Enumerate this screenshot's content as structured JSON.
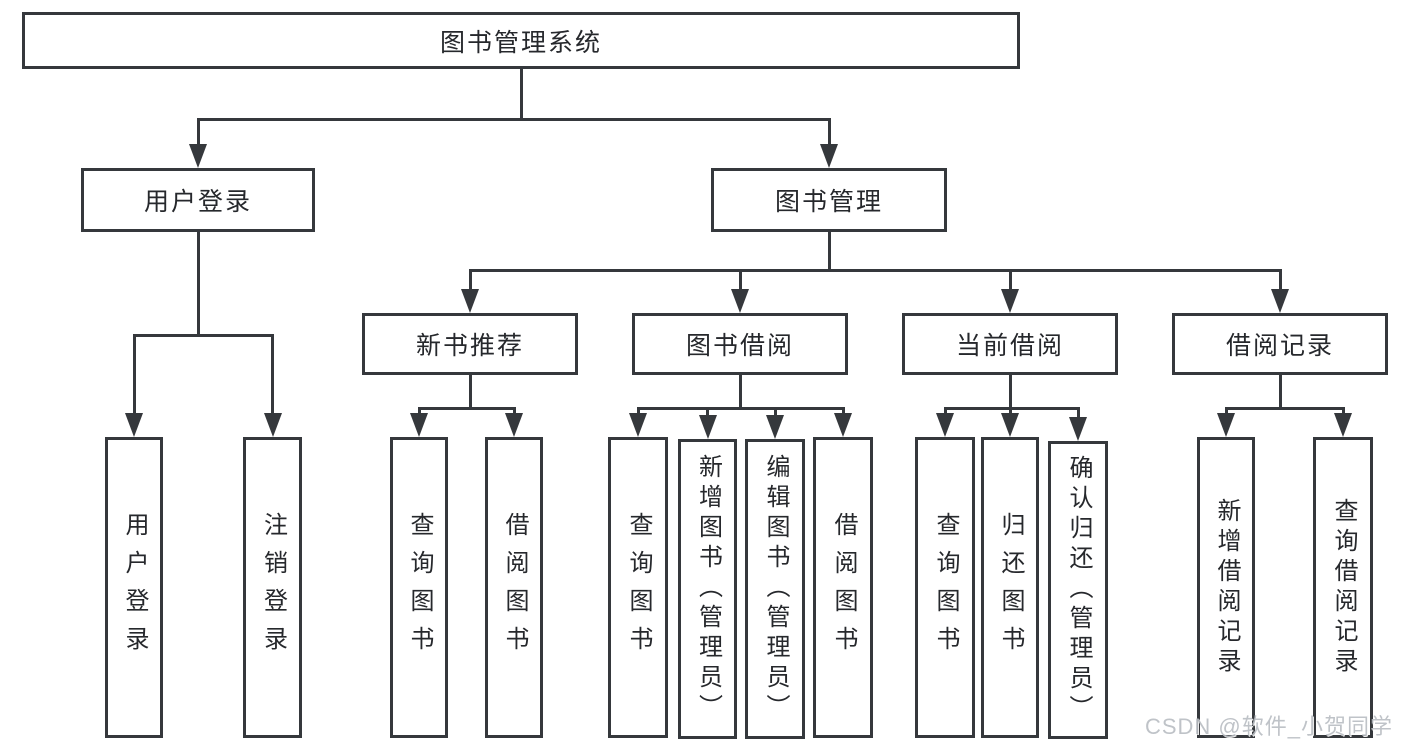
{
  "colors": {
    "background": "#ffffff",
    "border": "#35383c",
    "line": "#35383c",
    "text": "#26282c",
    "watermark": "#b9bdc3"
  },
  "watermark": {
    "text": "CSDN @软件_小贺同学"
  },
  "diagram": {
    "title": "图书管理系统",
    "nodes": [
      {
        "id": "root",
        "label": "图书管理系统",
        "orientation": "horizontal",
        "children": [
          "login",
          "manage"
        ]
      },
      {
        "id": "login",
        "label": "用户登录",
        "orientation": "horizontal",
        "children": [
          "login-user",
          "login-logout"
        ]
      },
      {
        "id": "manage",
        "label": "图书管理",
        "orientation": "horizontal",
        "children": [
          "rec",
          "borrow",
          "current",
          "record"
        ]
      },
      {
        "id": "rec",
        "label": "新书推荐",
        "orientation": "horizontal",
        "children": [
          "rec-query",
          "rec-borrow"
        ]
      },
      {
        "id": "borrow",
        "label": "图书借阅",
        "orientation": "horizontal",
        "children": [
          "borrow-query",
          "borrow-add",
          "borrow-edit",
          "borrow-borrow"
        ]
      },
      {
        "id": "current",
        "label": "当前借阅",
        "orientation": "horizontal",
        "children": [
          "cur-query",
          "cur-return",
          "cur-confirm"
        ]
      },
      {
        "id": "record",
        "label": "借阅记录",
        "orientation": "horizontal",
        "children": [
          "rec2-add",
          "rec2-query"
        ]
      },
      {
        "id": "login-user",
        "label": "用户登录",
        "orientation": "vertical",
        "children": []
      },
      {
        "id": "login-logout",
        "label": "注销登录",
        "orientation": "vertical",
        "children": []
      },
      {
        "id": "rec-query",
        "label": "查询图书",
        "orientation": "vertical",
        "children": []
      },
      {
        "id": "rec-borrow",
        "label": "借阅图书",
        "orientation": "vertical",
        "children": []
      },
      {
        "id": "borrow-query",
        "label": "查询图书",
        "orientation": "vertical",
        "children": []
      },
      {
        "id": "borrow-add",
        "label": "新增图书（管理员）",
        "orientation": "vertical",
        "children": []
      },
      {
        "id": "borrow-edit",
        "label": "编辑图书（管理员）",
        "orientation": "vertical",
        "children": []
      },
      {
        "id": "borrow-borrow",
        "label": "借阅图书",
        "orientation": "vertical",
        "children": []
      },
      {
        "id": "cur-query",
        "label": "查询图书",
        "orientation": "vertical",
        "children": []
      },
      {
        "id": "cur-return",
        "label": "归还图书",
        "orientation": "vertical",
        "children": []
      },
      {
        "id": "cur-confirm",
        "label": "确认归还（管理员）",
        "orientation": "vertical",
        "children": []
      },
      {
        "id": "rec2-add",
        "label": "新增借阅记录",
        "orientation": "vertical",
        "children": []
      },
      {
        "id": "rec2-query",
        "label": "查询借阅记录",
        "orientation": "vertical",
        "children": []
      }
    ]
  }
}
